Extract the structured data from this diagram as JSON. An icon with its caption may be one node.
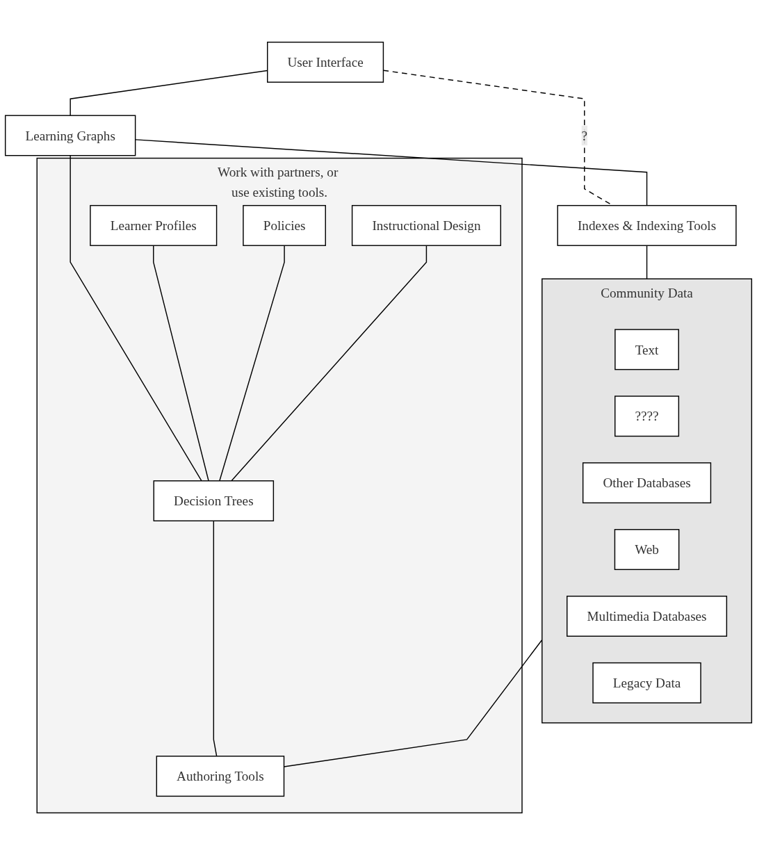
{
  "diagram": {
    "nodes": [
      {
        "text": [
          "User Interface"
        ]
      },
      {
        "text": [
          "Learning Graphs"
        ]
      },
      {
        "text": [
          "Indexes & Indexing Tools"
        ]
      },
      {
        "text": [
          "Work with partners, or use existing tools."
        ]
      },
      {
        "text": [
          "Learner Profiles"
        ],
        "in": 3
      },
      {
        "text": [
          "Policies"
        ],
        "in": 3
      },
      {
        "text": [
          "Instructional Design"
        ],
        "in": 3
      },
      {
        "text": [
          "Decision Trees"
        ],
        "in": 3
      },
      {
        "text": [
          "Authoring Tools"
        ],
        "in": 3
      },
      {
        "text": [
          "Community Data"
        ]
      },
      {
        "text": [
          "Text"
        ],
        "in": 9
      },
      {
        "text": [
          "????"
        ],
        "in": 9
      },
      {
        "text": [
          "Other Databases"
        ],
        "in": 9
      },
      {
        "text": [
          "Web"
        ],
        "in": 9
      },
      {
        "text": [
          "Multimedia Databases"
        ],
        "in": 9
      },
      {
        "text": [
          "Legacy Data"
        ],
        "in": 9
      }
    ],
    "edges": [
      {
        "from": 0,
        "to": 1,
        "arrow": "none"
      },
      {
        "from": 0,
        "to": 2,
        "arrow": "none",
        "style": "dashed",
        "label": "?"
      },
      {
        "from": 1,
        "to": 2,
        "arrow": "none"
      },
      {
        "from": 1,
        "to": 7,
        "arrow": "none"
      },
      {
        "from": 4,
        "to": 7,
        "arrow": "none"
      },
      {
        "from": 5,
        "to": 7,
        "arrow": "none"
      },
      {
        "from": 6,
        "to": 7,
        "arrow": "none"
      },
      {
        "from": 7,
        "to": 8,
        "arrow": "none"
      },
      {
        "from": 2,
        "to": 9,
        "arrow": "none"
      },
      {
        "from": 9,
        "to": 8,
        "arrow": "none"
      }
    ]
  }
}
